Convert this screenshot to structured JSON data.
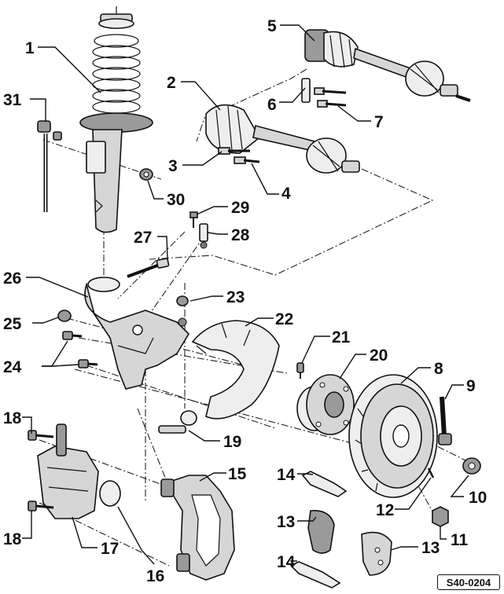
{
  "reference": "S40-0204",
  "callouts": {
    "c1": "1",
    "c2": "2",
    "c3": "3",
    "c4": "4",
    "c5": "5",
    "c6": "6",
    "c7": "7",
    "c8": "8",
    "c9": "9",
    "c10": "10",
    "c11": "11",
    "c12": "12",
    "c13a": "13",
    "c13b": "13",
    "c14a": "14",
    "c14b": "14",
    "c15": "15",
    "c16": "16",
    "c17": "17",
    "c18a": "18",
    "c18b": "18",
    "c19": "19",
    "c20": "20",
    "c21": "21",
    "c22": "22",
    "c23": "23",
    "c24": "24",
    "c25": "25",
    "c26": "26",
    "c27": "27",
    "c28": "28",
    "c29": "29",
    "c30": "30",
    "c31": "31"
  }
}
